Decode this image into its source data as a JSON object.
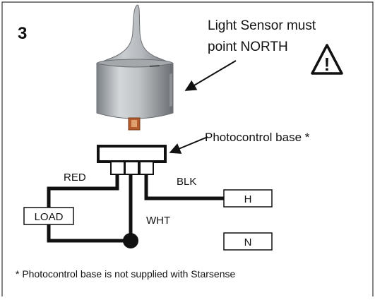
{
  "step_number": "3",
  "sensor_note": {
    "line1": "Light Sensor must",
    "line2": "point NORTH"
  },
  "warning_symbol": "!",
  "base_label": "Photocontrol base *",
  "wires": {
    "red": "RED",
    "black": "BLK",
    "white": "WHT"
  },
  "terminals": {
    "load": "LOAD",
    "hot": "H",
    "neutral": "N"
  },
  "footnote": "* Photocontrol base is not supplied with Starsense",
  "icons": [
    "warning-triangle-icon",
    "light-sensor",
    "arrow"
  ]
}
